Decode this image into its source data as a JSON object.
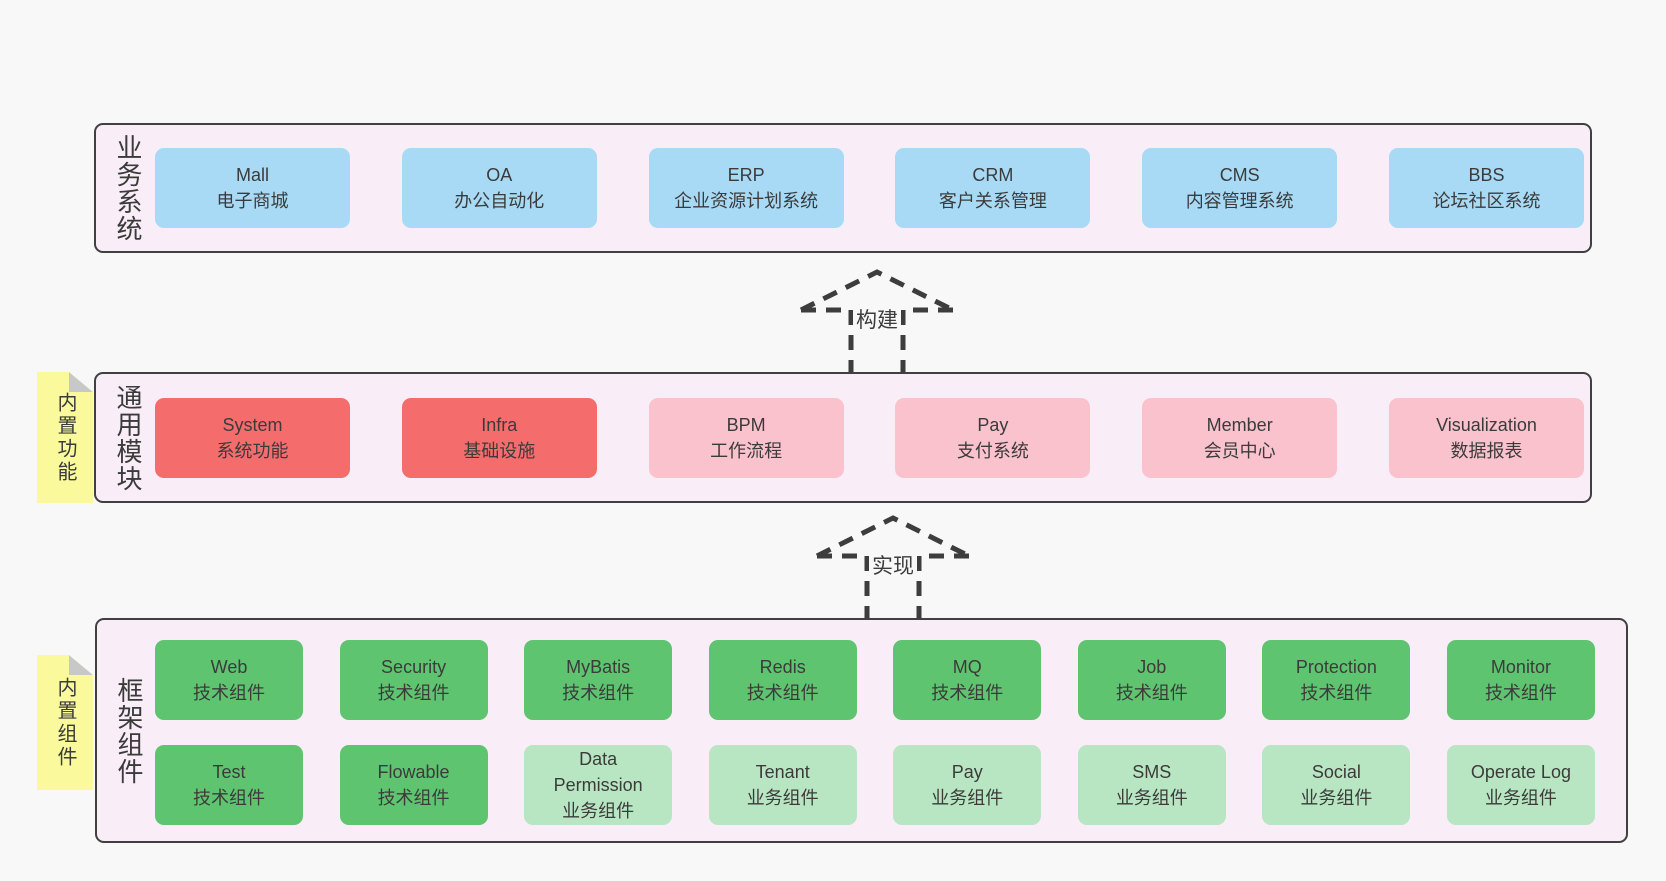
{
  "page": {
    "background": "#f8f8f8"
  },
  "sections": {
    "business": {
      "side_label": "业务系统",
      "boxes": [
        {
          "name": "Mall",
          "desc": "电子商城",
          "variant": "blue"
        },
        {
          "name": "OA",
          "desc": "办公自动化",
          "variant": "blue"
        },
        {
          "name": "ERP",
          "desc": "企业资源计划系统",
          "variant": "blue"
        },
        {
          "name": "CRM",
          "desc": "客户关系管理",
          "variant": "blue"
        },
        {
          "name": "CMS",
          "desc": "内容管理系统",
          "variant": "blue"
        },
        {
          "name": "BBS",
          "desc": "论坛社区系统",
          "variant": "blue"
        }
      ]
    },
    "modules": {
      "side_label": "通用模块",
      "sticky_label": "内置功能",
      "boxes": [
        {
          "name": "System",
          "desc": "系统功能",
          "variant": "red"
        },
        {
          "name": "Infra",
          "desc": "基础设施",
          "variant": "red"
        },
        {
          "name": "BPM",
          "desc": "工作流程",
          "variant": "pink"
        },
        {
          "name": "Pay",
          "desc": "支付系统",
          "variant": "pink"
        },
        {
          "name": "Member",
          "desc": "会员中心",
          "variant": "pink"
        },
        {
          "name": "Visualization",
          "desc": "数据报表",
          "variant": "pink"
        }
      ]
    },
    "framework": {
      "side_label": "框架组件",
      "sticky_label": "内置组件",
      "rows": [
        [
          {
            "name": "Web",
            "desc": "技术组件",
            "variant": "green"
          },
          {
            "name": "Security",
            "desc": "技术组件",
            "variant": "green"
          },
          {
            "name": "MyBatis",
            "desc": "技术组件",
            "variant": "green"
          },
          {
            "name": "Redis",
            "desc": "技术组件",
            "variant": "green"
          },
          {
            "name": "MQ",
            "desc": "技术组件",
            "variant": "green"
          },
          {
            "name": "Job",
            "desc": "技术组件",
            "variant": "green"
          },
          {
            "name": "Protection",
            "desc": "技术组件",
            "variant": "green"
          },
          {
            "name": "Monitor",
            "desc": "技术组件",
            "variant": "green"
          }
        ],
        [
          {
            "name": "Test",
            "desc": "技术组件",
            "variant": "green"
          },
          {
            "name": "Flowable",
            "desc": "技术组件",
            "variant": "green"
          },
          {
            "name": "Data Permission",
            "desc": "业务组件",
            "variant": "light_green"
          },
          {
            "name": "Tenant",
            "desc": "业务组件",
            "variant": "light_green"
          },
          {
            "name": "Pay",
            "desc": "业务组件",
            "variant": "light_green"
          },
          {
            "name": "SMS",
            "desc": "业务组件",
            "variant": "light_green"
          },
          {
            "name": "Social",
            "desc": "业务组件",
            "variant": "light_green"
          },
          {
            "name": "Operate Log",
            "desc": "业务组件",
            "variant": "light_green"
          }
        ]
      ]
    }
  },
  "arrows": [
    {
      "label": "构建"
    },
    {
      "label": "实现"
    }
  ],
  "colors": {
    "blue": "#a8daf5",
    "red": "#f56c6c",
    "pink": "#f9c2cd",
    "green": "#5fc470",
    "light_green": "#b9e6c2",
    "sticky_yellow": "#fafa9d",
    "sticky_fold": "#c8c8c8",
    "panel_pink": "#f9eef7",
    "panel_border": "#404040",
    "arrow_stroke": "#3d3d3d",
    "text": "#3b3b3b"
  }
}
